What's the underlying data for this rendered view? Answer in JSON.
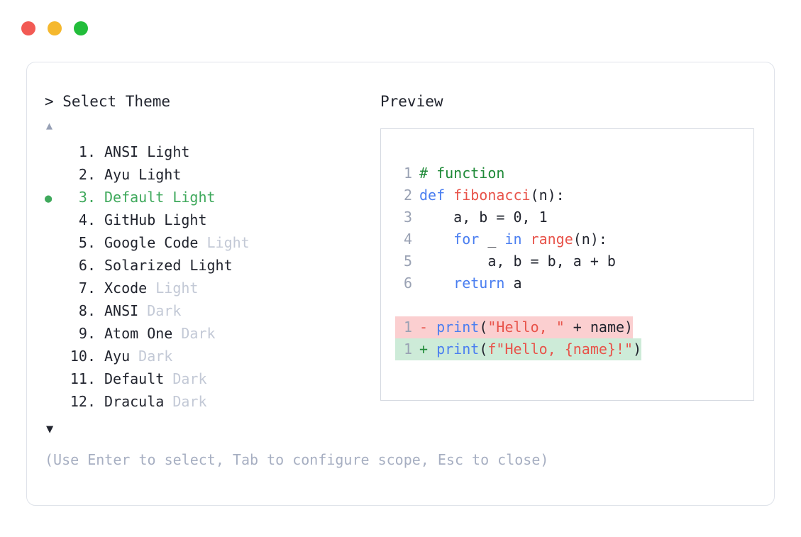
{
  "window": {
    "dots": [
      {
        "name": "close",
        "color": "#f25a54"
      },
      {
        "name": "minimize",
        "color": "#f5b82e"
      },
      {
        "name": "maximize",
        "color": "#22bd3a"
      }
    ]
  },
  "left_panel": {
    "prompt": "> Select Theme",
    "scroll_up_icon": "▲",
    "scroll_down_icon": "▼",
    "selected_index": 3,
    "selected_bullet": "●",
    "items": [
      {
        "number": "1.",
        "name": "ANSI",
        "variant": "Light",
        "variant_muted": false,
        "selected": false
      },
      {
        "number": "2.",
        "name": "Ayu",
        "variant": "Light",
        "variant_muted": false,
        "selected": false
      },
      {
        "number": "3.",
        "name": "Default",
        "variant": "Light",
        "variant_muted": false,
        "selected": true
      },
      {
        "number": "4.",
        "name": "GitHub",
        "variant": "Light",
        "variant_muted": false,
        "selected": false
      },
      {
        "number": "5.",
        "name": "Google Code",
        "variant": "Light",
        "variant_muted": true,
        "selected": false
      },
      {
        "number": "6.",
        "name": "Solarized",
        "variant": "Light",
        "variant_muted": false,
        "selected": false
      },
      {
        "number": "7.",
        "name": "Xcode",
        "variant": "Light",
        "variant_muted": true,
        "selected": false
      },
      {
        "number": "8.",
        "name": "ANSI",
        "variant": "Dark",
        "variant_muted": true,
        "selected": false
      },
      {
        "number": "9.",
        "name": "Atom One",
        "variant": "Dark",
        "variant_muted": true,
        "selected": false
      },
      {
        "number": "10.",
        "name": "Ayu",
        "variant": "Dark",
        "variant_muted": true,
        "selected": false
      },
      {
        "number": "11.",
        "name": "Default",
        "variant": "Dark",
        "variant_muted": true,
        "selected": false
      },
      {
        "number": "12.",
        "name": "Dracula",
        "variant": "Dark",
        "variant_muted": true,
        "selected": false
      }
    ]
  },
  "right_panel": {
    "title": "Preview",
    "code_lines": [
      {
        "ln": "1",
        "tokens": [
          {
            "t": "# function",
            "c": "comment"
          }
        ]
      },
      {
        "ln": "2",
        "tokens": [
          {
            "t": "def ",
            "c": "keyword"
          },
          {
            "t": "fibonacci",
            "c": "fn"
          },
          {
            "t": "(n):",
            "c": "plain"
          }
        ]
      },
      {
        "ln": "3",
        "tokens": [
          {
            "t": "    a, b = 0, 1",
            "c": "plain"
          }
        ]
      },
      {
        "ln": "4",
        "tokens": [
          {
            "t": "    ",
            "c": "plain"
          },
          {
            "t": "for",
            "c": "keyword"
          },
          {
            "t": " _ ",
            "c": "plain"
          },
          {
            "t": "in ",
            "c": "keyword"
          },
          {
            "t": "range",
            "c": "fn"
          },
          {
            "t": "(n):",
            "c": "plain"
          }
        ]
      },
      {
        "ln": "5",
        "tokens": [
          {
            "t": "        a, b = b, a + b",
            "c": "plain"
          }
        ]
      },
      {
        "ln": "6",
        "tokens": [
          {
            "t": "    ",
            "c": "plain"
          },
          {
            "t": "return",
            "c": "keyword"
          },
          {
            "t": " a",
            "c": "plain"
          }
        ]
      }
    ],
    "diff_lines": [
      {
        "ln": "1",
        "sign": "-",
        "kind": "del",
        "tokens": [
          {
            "t": "print",
            "c": "keyword"
          },
          {
            "t": "(",
            "c": "plain"
          },
          {
            "t": "\"Hello, \"",
            "c": "string"
          },
          {
            "t": " + name)",
            "c": "plain"
          }
        ]
      },
      {
        "ln": "1",
        "sign": "+",
        "kind": "add",
        "tokens": [
          {
            "t": "print",
            "c": "keyword"
          },
          {
            "t": "(",
            "c": "plain"
          },
          {
            "t": "f\"Hello, {name}!\"",
            "c": "string"
          },
          {
            "t": ")",
            "c": "plain"
          }
        ]
      }
    ]
  },
  "hint": "(Use Enter to select, Tab to configure scope, Esc to close)"
}
